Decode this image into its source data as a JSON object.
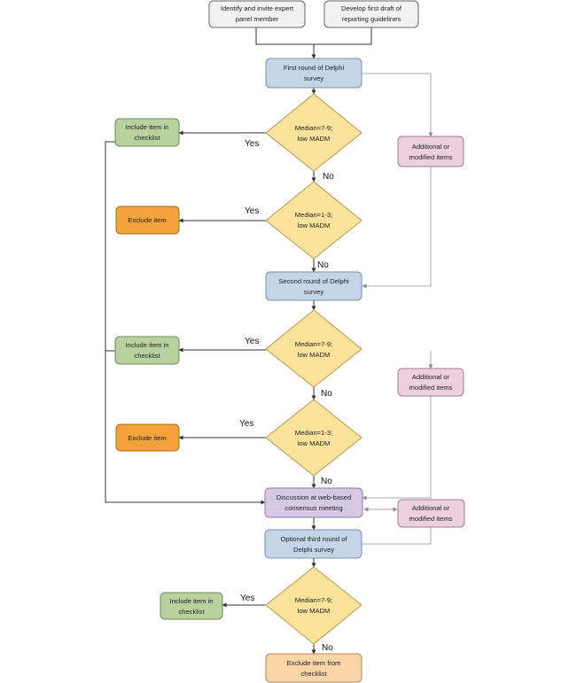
{
  "colors": {
    "start": "#f2f2f2",
    "delphi": "#c5d5e8",
    "decision": "#fbe39b",
    "include": "#b9d19e",
    "exclude": "#f4a23c",
    "additional": "#ecd0dc",
    "discussion": "#d6c9e6",
    "final_exclude": "#fbd4a8"
  },
  "nodes": {
    "identify": [
      "Identify and invite expert",
      "panel member"
    ],
    "develop": [
      "Develop first draft of",
      "reporting guidelines"
    ],
    "round1": [
      "First round of Delphi",
      "survey"
    ],
    "d1": [
      "Median=7-9;",
      "low MADM"
    ],
    "include1": [
      "Include item in",
      "checklist"
    ],
    "add1": [
      "Additional or",
      "modified items"
    ],
    "d2": [
      "Median=1-3;",
      "low MADM"
    ],
    "exclude1": [
      "Exclude item"
    ],
    "round2": [
      "Second round of Delphi",
      "survey"
    ],
    "d3": [
      "Median=7-9;",
      "low MADM"
    ],
    "include2": [
      "Include item in",
      "checklist"
    ],
    "add2": [
      "Additional or",
      "modified items"
    ],
    "d4": [
      "Median=1-3;",
      "low MADM"
    ],
    "exclude2": [
      "Exclude item"
    ],
    "discussion": [
      "Discussion at web-based",
      "consensus meeting"
    ],
    "add3": [
      "Additional or",
      "modified items"
    ],
    "round3": [
      "Optional third round of",
      "Delphi survey"
    ],
    "d5": [
      "Median=7-9;",
      "low MADM"
    ],
    "include3": [
      "Include item in",
      "checklist"
    ],
    "exclude3": [
      "Exclude item from",
      "checklist"
    ]
  },
  "edge_labels": {
    "yes1": "Yes",
    "no1": "No",
    "yes2": "Yes",
    "no2": "No",
    "yes3": "Yes",
    "no3": "No",
    "yes4": "Yes",
    "no4": "No",
    "yes5": "Yes",
    "no5": "No"
  }
}
